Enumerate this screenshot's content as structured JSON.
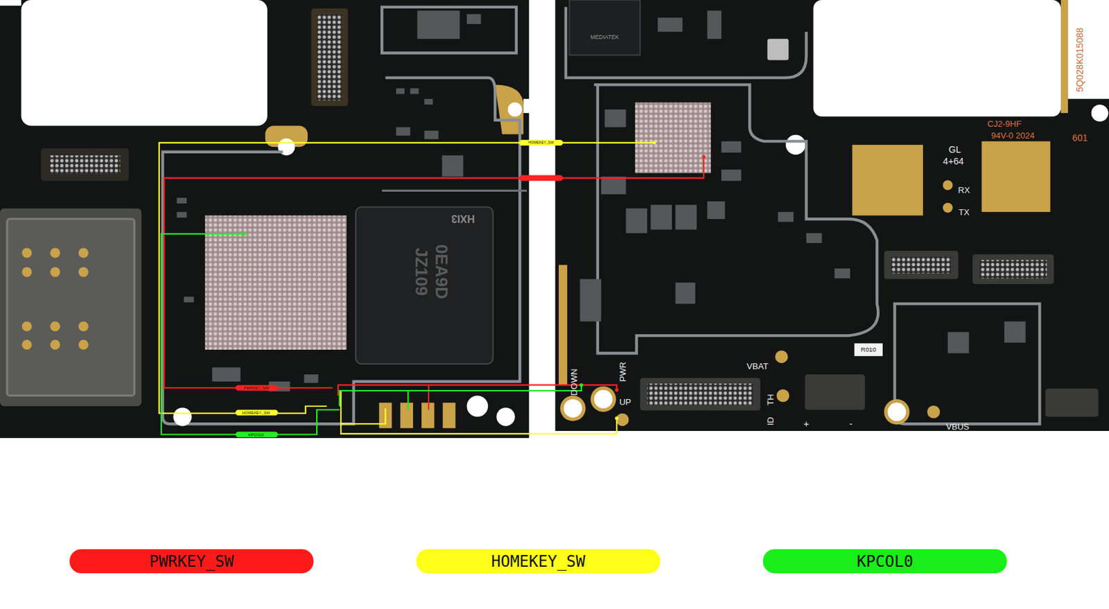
{
  "diagram": {
    "labels": [
      "HOMEKEY_SW",
      "PWRKEY_SW",
      "HOMEKEY_SW",
      "KPCOL0",
      "HXI3",
      "0EA9D",
      "JZ109",
      "MEDIATEK",
      "DOWN",
      "PWR",
      "UP",
      "VBAT",
      "TH",
      "ID",
      "+",
      "-",
      "VBUS",
      "GL",
      "4+64",
      "RX",
      "TX",
      "CJ2-9HF",
      "94V-0 2024",
      "601",
      "R010",
      "5Q028K015088"
    ],
    "legend": [
      {
        "text": "PWRKEY_SW",
        "color": "#ff1a1a"
      },
      {
        "text": "HOMEKEY_SW",
        "color": "#ffff1a"
      },
      {
        "text": "KPCOL0",
        "color": "#1aee1a"
      }
    ]
  }
}
